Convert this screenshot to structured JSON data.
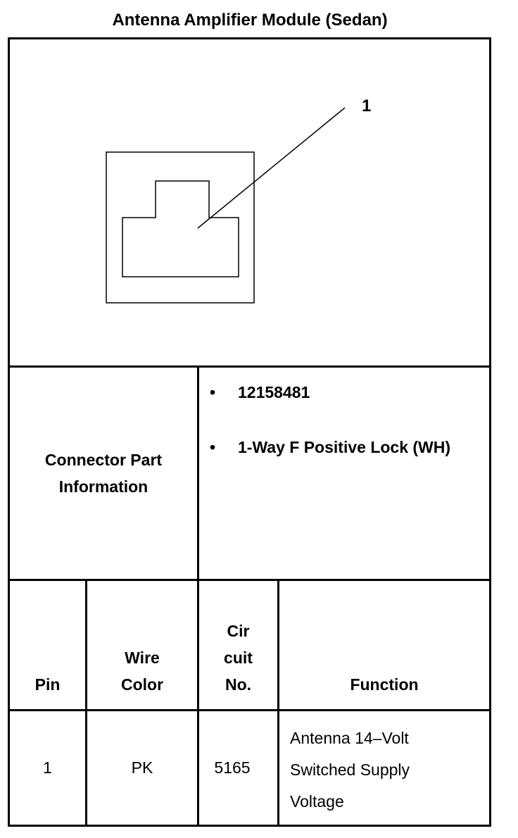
{
  "title": "Antenna Amplifier Module (Sedan)",
  "diagram": {
    "callout_label": "1"
  },
  "connector_info": {
    "label_line1": "Connector Part",
    "label_line2": "Information",
    "bullets": [
      "12158481",
      "1-Way F Positive Lock (WH)"
    ]
  },
  "table": {
    "headers": {
      "pin": "Pin",
      "wire_color_line1": "Wire",
      "wire_color_line2": "Color",
      "circuit_line1": "Cir",
      "circuit_line2": "cuit",
      "circuit_line3": "No.",
      "function": "Function"
    },
    "rows": [
      {
        "pin": "1",
        "wire_color": "PK",
        "circuit": "5165",
        "function_line1": "Antenna 14–Volt",
        "function_line2": "Switched Supply",
        "function_line3": "Voltage"
      }
    ]
  }
}
